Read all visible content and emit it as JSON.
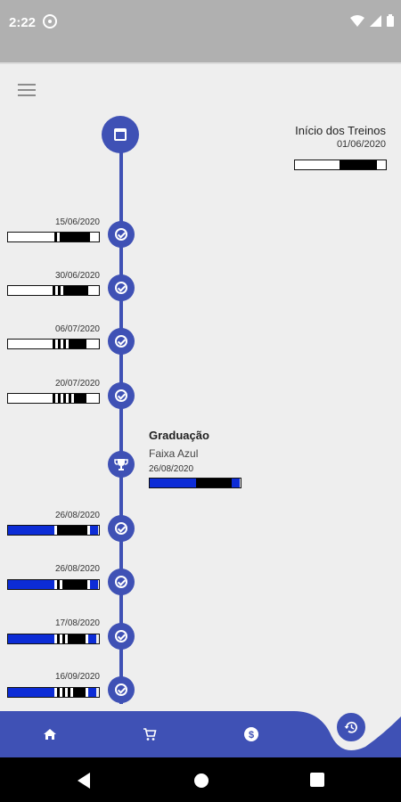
{
  "status_bar": {
    "time": "2:22"
  },
  "timeline": {
    "start": {
      "title": "Início dos Treinos",
      "date": "01/06/2020",
      "belt": [
        "#ffffff",
        "#ffffff",
        "#ffffff",
        "#ffffff",
        "#ffffff",
        "#000000",
        "#000000",
        "#000000",
        "#ffffff"
      ]
    },
    "graduation": {
      "title": "Graduação",
      "subtitle": "Faixa Azul",
      "date": "26/08/2020"
    },
    "events": [
      {
        "date": "15/06/2020"
      },
      {
        "date": "30/06/2020"
      },
      {
        "date": "06/07/2020"
      },
      {
        "date": "20/07/2020"
      },
      {
        "date": "26/08/2020"
      },
      {
        "date": "26/08/2020"
      },
      {
        "date": "17/08/2020"
      },
      {
        "date": "16/09/2020"
      }
    ]
  },
  "bottom_nav": {
    "items": [
      "home-icon",
      "cart-icon",
      "money-icon",
      "history-icon"
    ]
  },
  "colors": {
    "primary": "#3f51b5",
    "belt_blue": "#0c2cd6",
    "background": "#eeeeee"
  }
}
